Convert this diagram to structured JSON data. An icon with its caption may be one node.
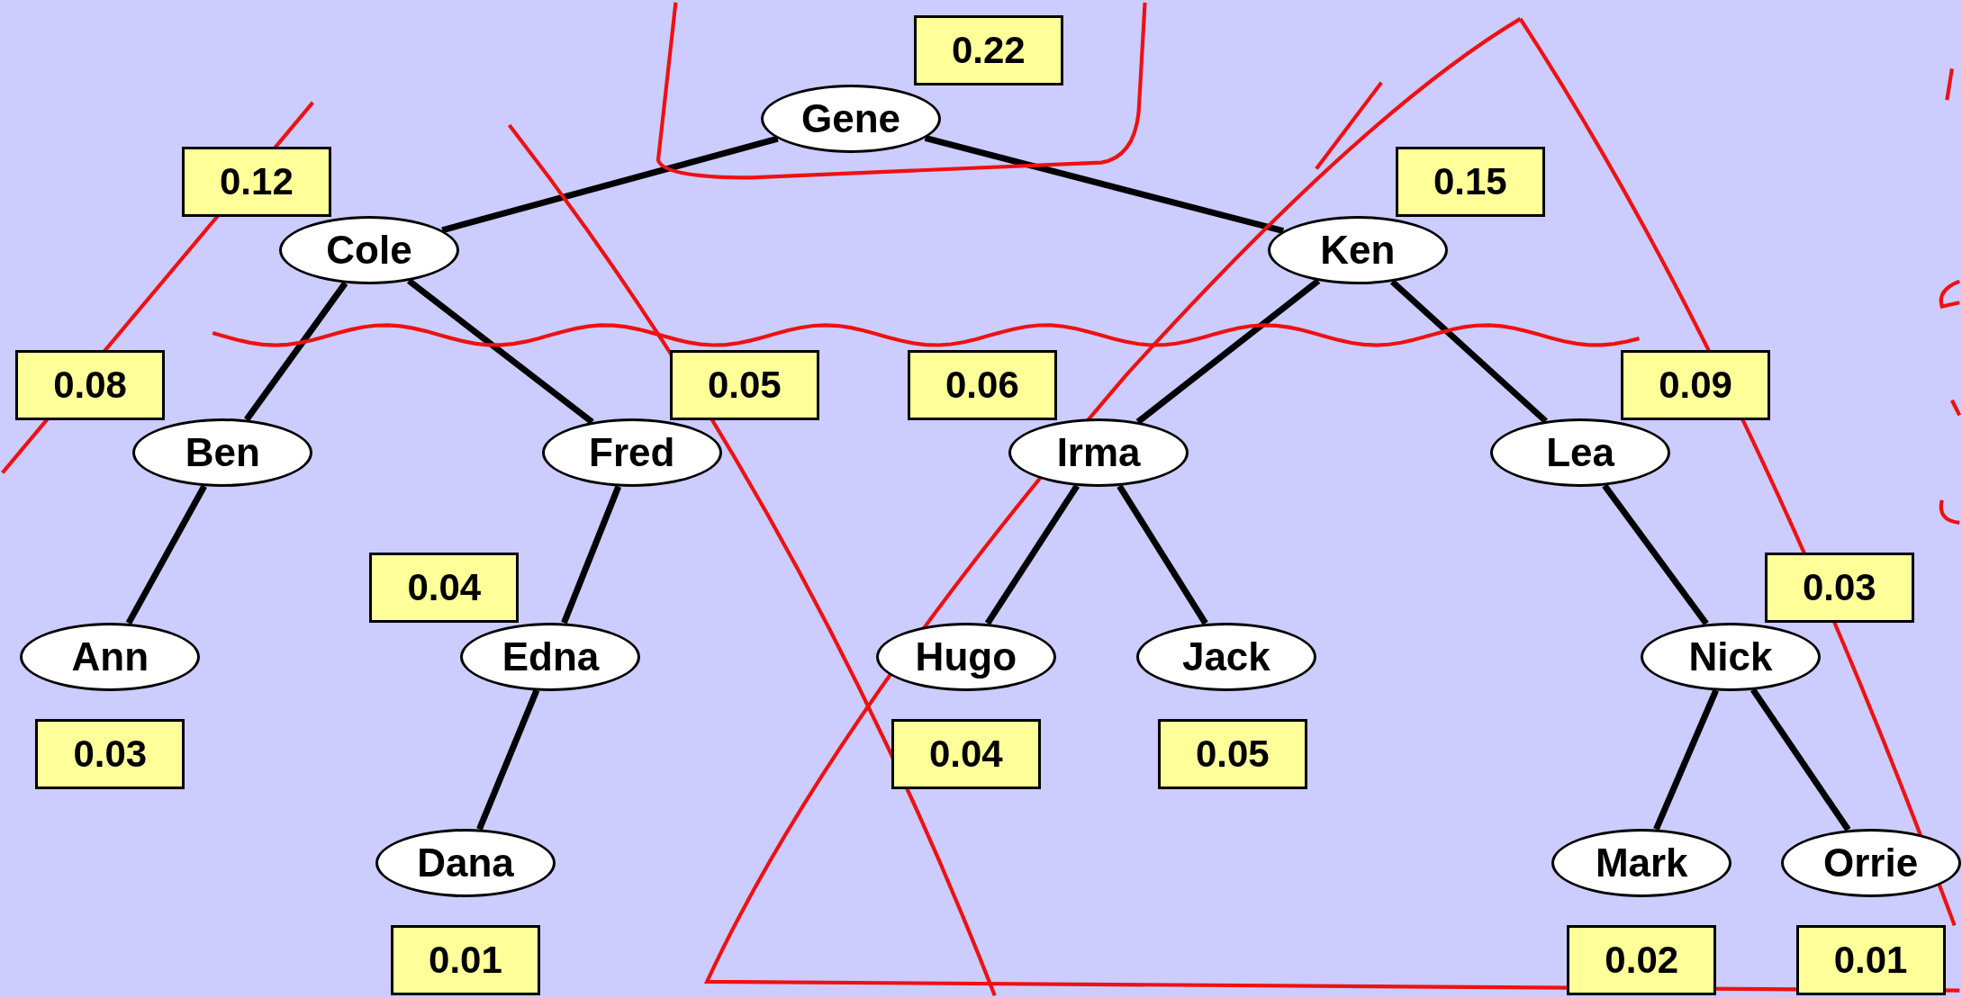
{
  "diagram": {
    "nodes": [
      {
        "text": [
          "Gene"
        ],
        "beside": [
          "0.22"
        ]
      },
      {
        "text": [
          "Cole"
        ],
        "beside": [
          "0.12"
        ]
      },
      {
        "text": [
          "Ken"
        ],
        "beside": [
          "0.15"
        ]
      },
      {
        "text": [
          "Ben"
        ],
        "beside": [
          "0.08"
        ]
      },
      {
        "text": [
          "Fred"
        ],
        "beside": [
          "0.05"
        ]
      },
      {
        "text": [
          "Irma"
        ],
        "beside": [
          "0.06"
        ]
      },
      {
        "text": [
          "Lea"
        ],
        "beside": [
          "0.09"
        ]
      },
      {
        "text": [
          "Ann"
        ],
        "beside": [
          "0.03"
        ]
      },
      {
        "text": [
          "Edna"
        ],
        "beside": [
          "0.04"
        ]
      },
      {
        "text": [
          "Hugo"
        ],
        "beside": [
          "0.04"
        ]
      },
      {
        "text": [
          "Jack"
        ],
        "beside": [
          "0.05"
        ]
      },
      {
        "text": [
          "Nick"
        ],
        "beside": [
          "0.03"
        ]
      },
      {
        "text": [
          "Dana"
        ],
        "beside": [
          "0.01"
        ]
      },
      {
        "text": [
          "Mark"
        ],
        "beside": [
          "0.02"
        ]
      },
      {
        "text": [
          "Orrie"
        ],
        "beside": [
          "0.01"
        ]
      }
    ],
    "edges": [
      {
        "from": 0,
        "to": 1,
        "arrow": "none"
      },
      {
        "from": 0,
        "to": 2,
        "arrow": "none"
      },
      {
        "from": 1,
        "to": 3,
        "arrow": "none"
      },
      {
        "from": 1,
        "to": 4,
        "arrow": "none"
      },
      {
        "from": 2,
        "to": 5,
        "arrow": "none"
      },
      {
        "from": 2,
        "to": 6,
        "arrow": "none"
      },
      {
        "from": 3,
        "to": 7,
        "arrow": "none"
      },
      {
        "from": 4,
        "to": 8,
        "arrow": "none"
      },
      {
        "from": 8,
        "to": 12,
        "arrow": "none"
      },
      {
        "from": 5,
        "to": 9,
        "arrow": "none"
      },
      {
        "from": 5,
        "to": 10,
        "arrow": "none"
      },
      {
        "from": 6,
        "to": 11,
        "arrow": "none"
      },
      {
        "from": 11,
        "to": 13,
        "arrow": "none"
      },
      {
        "from": 11,
        "to": 14,
        "arrow": "none"
      }
    ]
  }
}
